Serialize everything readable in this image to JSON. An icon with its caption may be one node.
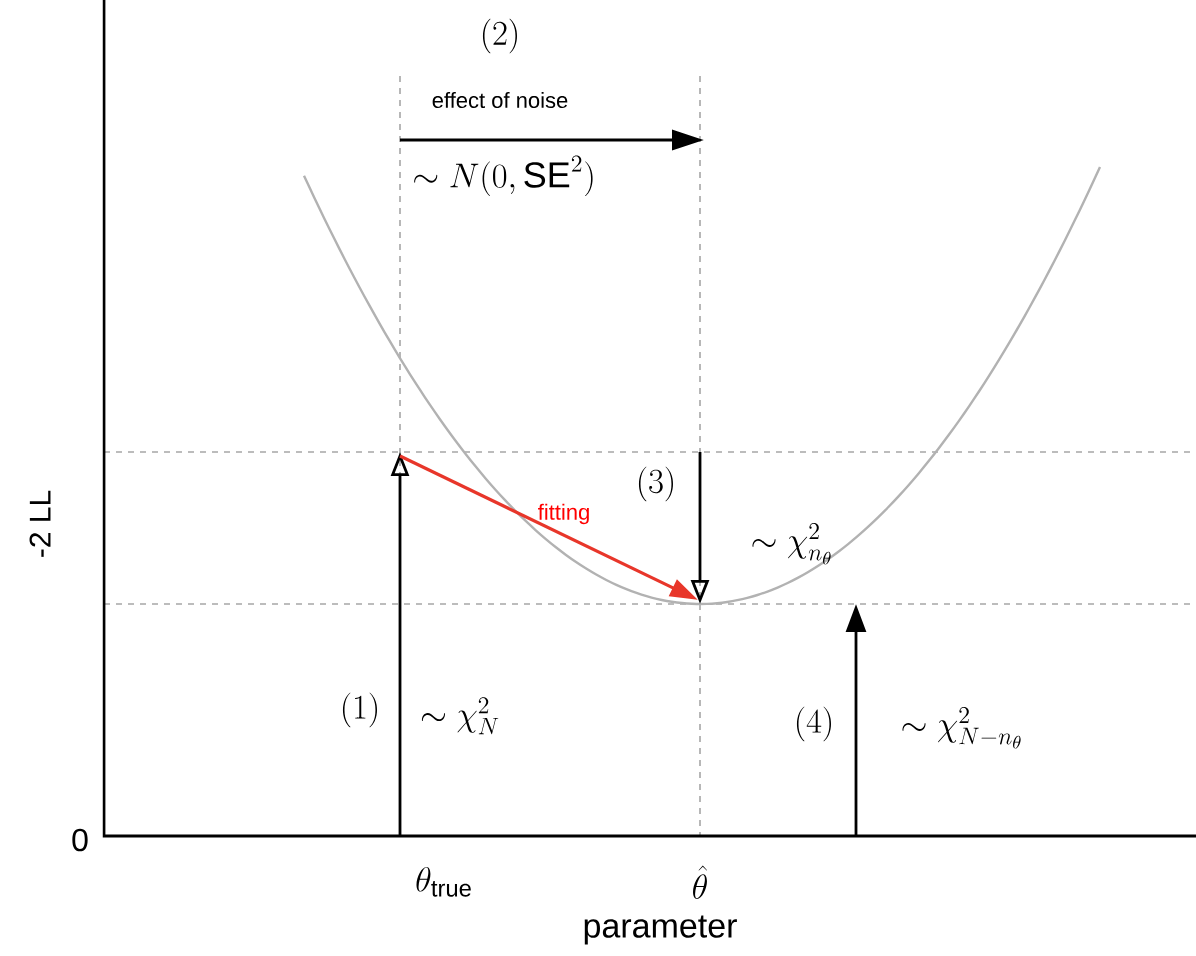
{
  "diagram": {
    "labels": [
      "(2)",
      "effect of noise",
      "\\sim N(0,\\mathrm{SE}^2)",
      "-2 LL",
      "(3)",
      "fitting",
      "\\sim \\chi^2_{n_\\theta}",
      "(1)",
      "\\sim \\chi^2_N",
      "(4)",
      "\\sim \\chi^2_{N-n_\\theta}",
      "0",
      "\\theta_{\\mathrm{true}}",
      "\\hat{\\theta}",
      "parameter"
    ]
  }
}
